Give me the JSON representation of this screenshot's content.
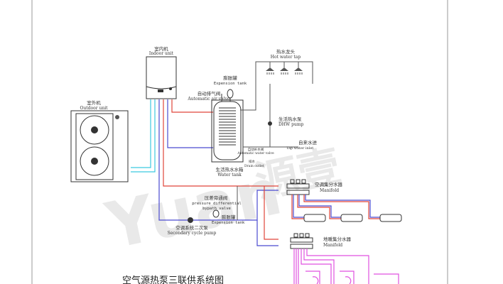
{
  "title": "空气源热泵三联供系统图",
  "watermark": {
    "latin": "Yuan",
    "cn": "源壹"
  },
  "labels": {
    "indoor_cn": "室内机",
    "indoor_en": "Indoor unit",
    "outdoor_cn": "室外机",
    "outdoor_en": "Outdoor unit",
    "exp1_cn": "膨胀罐",
    "exp1_en": "Expension tank",
    "air_valve_cn": "自动排气阀",
    "air_valve_en": "Automatic air valve",
    "hot_tap_cn": "热水龙头",
    "hot_tap_en": "Hot water tap",
    "dhw_cn": "生活热水泵",
    "dhw_en": "DHW pump",
    "inlet_cn": "自来水进",
    "inlet_en": "Tap water inlet",
    "auto_water_cn": "自动补水阀",
    "auto_water_en": "Automatic water valve",
    "drain_cn": "排水",
    "drain_en": "Drain outlet",
    "tank_cn": "生活热水水箱",
    "tank_en": "Water tank",
    "ac_manifold_cn": "空调集分水器",
    "ac_manifold_en": "Manifold",
    "bypass_cn": "压差旁通阀",
    "bypass_en1": "pressure differential",
    "bypass_en2": "bypath valve",
    "exp2_cn": "膨胀罐",
    "exp2_en": "Expension tank",
    "pump2_cn": "空调系统二次泵",
    "pump2_en": "Secondary cycle pump",
    "floor_manifold_cn": "地暖集分水器",
    "floor_manifold_en": "Manifold"
  },
  "colors": {
    "supply": "#e0453a",
    "return": "#4b4bd0",
    "refrigerant": "#3cc9e0",
    "floor": "#e052e0"
  }
}
